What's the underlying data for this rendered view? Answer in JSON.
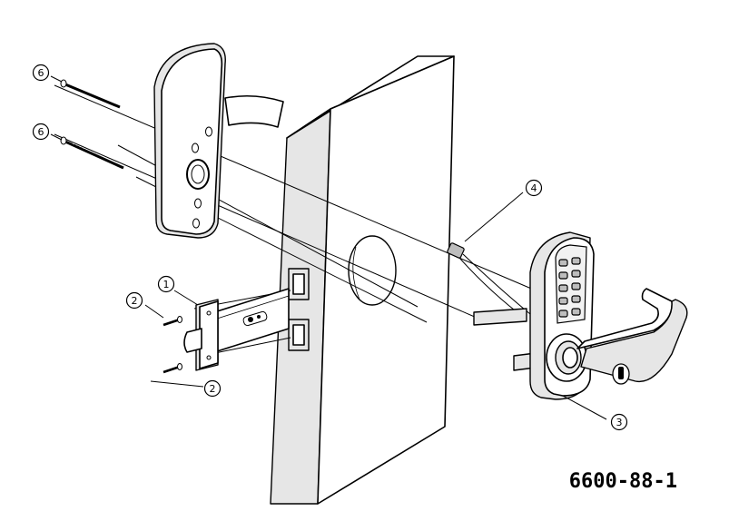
{
  "model_code": "6600-88-1",
  "callouts": [
    {
      "id": "c6a",
      "label": "6"
    },
    {
      "id": "c6b",
      "label": "6"
    },
    {
      "id": "c4",
      "label": "4"
    },
    {
      "id": "c1",
      "label": "1"
    },
    {
      "id": "c2a",
      "label": "2"
    },
    {
      "id": "c2b",
      "label": "2"
    },
    {
      "id": "c3",
      "label": "3"
    }
  ]
}
